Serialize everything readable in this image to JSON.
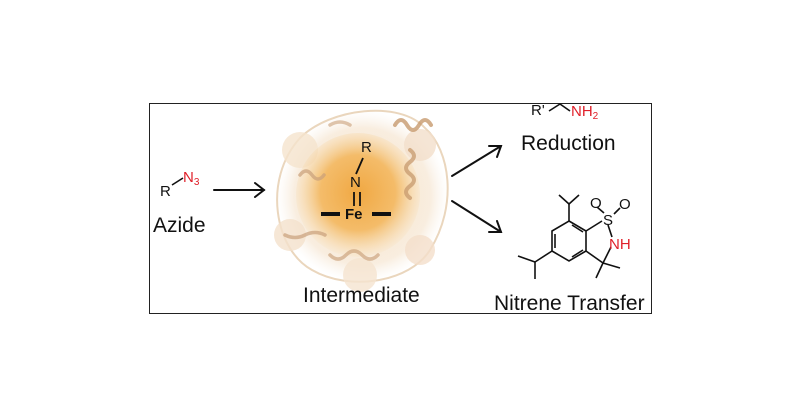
{
  "labels": {
    "azide": "Azide",
    "intermediate": "Intermediate",
    "reduction": "Reduction",
    "nitrene_transfer": "Nitrene Transfer"
  },
  "azide_structure": {
    "r": "R",
    "n": "N",
    "n_sub": "3"
  },
  "intermediate_structure": {
    "r": "R",
    "n": "N",
    "fe": "Fe"
  },
  "amine_structure": {
    "r": "R'",
    "nh": "NH",
    "nh_sub": "2"
  },
  "sultam_structure": {
    "s": "S",
    "o1": "O",
    "o2": "O",
    "nh": "NH"
  },
  "colors": {
    "heteroatom": "#e0202a",
    "line": "#111111",
    "protein": "#f2a640"
  }
}
